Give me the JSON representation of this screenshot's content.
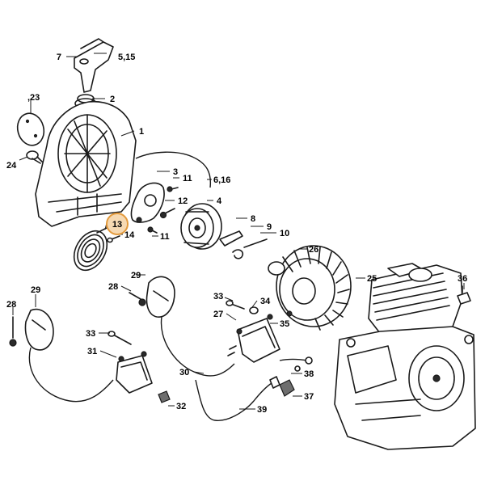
{
  "diagram": {
    "accent_color": "#e39a3c",
    "highlight_fill": "#f6d9b2",
    "highlighted_callout": "13",
    "callouts": [
      {
        "id": "c7",
        "label": "7"
      },
      {
        "id": "c5_15",
        "label": "5,15"
      },
      {
        "id": "c23",
        "label": ",23"
      },
      {
        "id": "c2",
        "label": "2"
      },
      {
        "id": "c1",
        "label": "1"
      },
      {
        "id": "c24",
        "label": "24"
      },
      {
        "id": "c3",
        "label": "3"
      },
      {
        "id": "c11a",
        "label": "11"
      },
      {
        "id": "c6_16",
        "label": "6,16"
      },
      {
        "id": "c12",
        "label": "12"
      },
      {
        "id": "c4",
        "label": "4"
      },
      {
        "id": "c13",
        "label": "13"
      },
      {
        "id": "c14",
        "label": "14"
      },
      {
        "id": "c11b",
        "label": "11"
      },
      {
        "id": "c8",
        "label": "8"
      },
      {
        "id": "c9",
        "label": "9"
      },
      {
        "id": "c10",
        "label": "10"
      },
      {
        "id": "c26",
        "label": "26"
      },
      {
        "id": "c29a",
        "label": "29"
      },
      {
        "id": "c28a",
        "label": "28"
      },
      {
        "id": "c25",
        "label": "25"
      },
      {
        "id": "c36",
        "label": "36"
      },
      {
        "id": "c29b",
        "label": "29"
      },
      {
        "id": "c33a",
        "label": "33"
      },
      {
        "id": "c34",
        "label": "34"
      },
      {
        "id": "c28b",
        "label": "28"
      },
      {
        "id": "c35",
        "label": "35"
      },
      {
        "id": "c27",
        "label": "27"
      },
      {
        "id": "c33b",
        "label": "33"
      },
      {
        "id": "c31",
        "label": "31"
      },
      {
        "id": "c38",
        "label": "38"
      },
      {
        "id": "c30",
        "label": "30"
      },
      {
        "id": "c37",
        "label": "37"
      },
      {
        "id": "c32",
        "label": "32"
      },
      {
        "id": "c39",
        "label": "39"
      }
    ]
  }
}
